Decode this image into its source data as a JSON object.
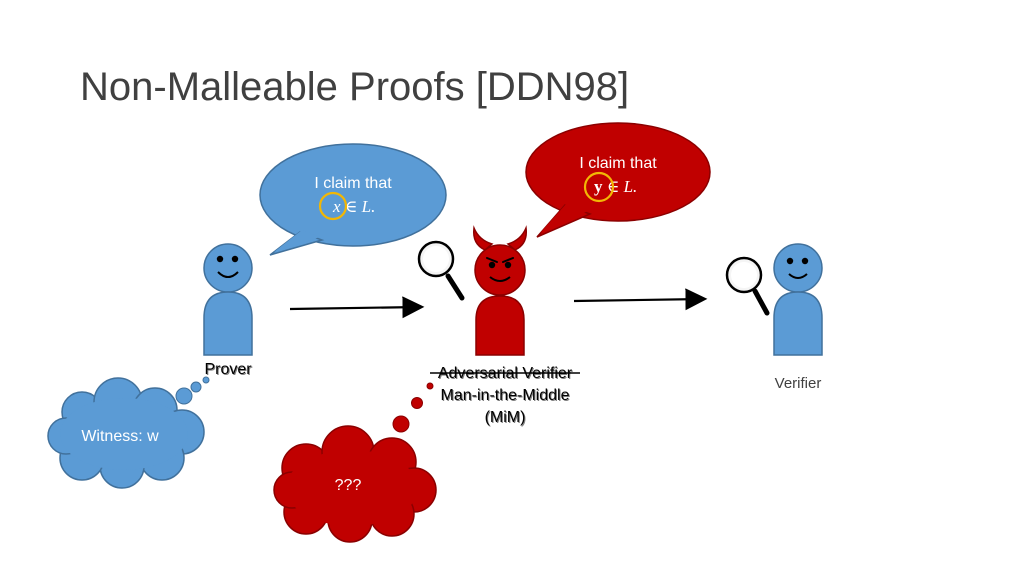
{
  "slide": {
    "title": "Non-Malleable Proofs [DDN98]"
  },
  "colors": {
    "blue": "#5b9bd5",
    "blue_stroke": "#41719c",
    "red": "#c00000",
    "red_stroke": "#8b0000",
    "highlight": "#f2b705",
    "title": "#404040"
  },
  "prover": {
    "label": "Prover",
    "speech": {
      "line1": "I claim that",
      "var": "x",
      "rest": " ∈ L."
    },
    "thought": "Witness: w"
  },
  "mim": {
    "label_struck": "Adversarial Verifier",
    "label_line1": "Man-in-the-Middle",
    "label_line2": "(MiM)",
    "speech": {
      "line1": "I claim that",
      "var": "y",
      "rest": " ∈ L."
    },
    "thought": "???"
  },
  "verifier": {
    "label": "Verifier"
  },
  "icons": {
    "magnifier": "magnifier-icon",
    "devil": "devil-icon",
    "person": "person-icon"
  }
}
